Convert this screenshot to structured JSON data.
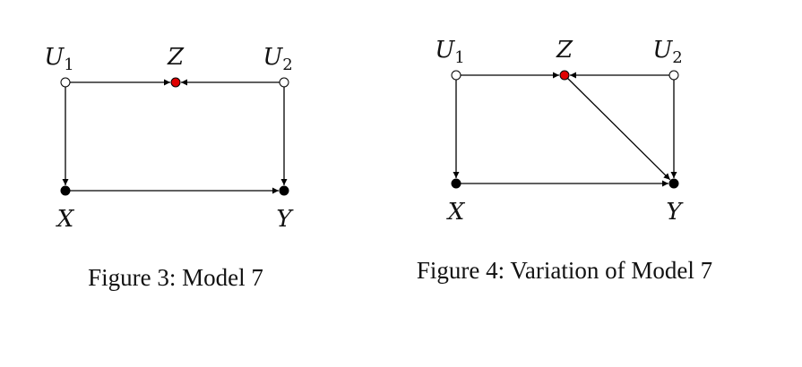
{
  "colors": {
    "observed": "#000000",
    "latent": "#ffffff",
    "selection": "#e00000",
    "edge": "#000000"
  },
  "figures": [
    {
      "caption": "Figure 3: Model 7",
      "nodes": [
        {
          "id": "U1",
          "label": "U",
          "sub": "1",
          "kind": "latent"
        },
        {
          "id": "Z",
          "label": "Z",
          "sub": "",
          "kind": "selection"
        },
        {
          "id": "U2",
          "label": "U",
          "sub": "2",
          "kind": "latent"
        },
        {
          "id": "X",
          "label": "X",
          "sub": "",
          "kind": "observed"
        },
        {
          "id": "Y",
          "label": "Y",
          "sub": "",
          "kind": "observed"
        }
      ],
      "edges": [
        [
          "U1",
          "Z"
        ],
        [
          "U2",
          "Z"
        ],
        [
          "U1",
          "X"
        ],
        [
          "U2",
          "Y"
        ],
        [
          "X",
          "Y"
        ]
      ]
    },
    {
      "caption": "Figure 4: Variation of Model 7",
      "nodes": [
        {
          "id": "U1",
          "label": "U",
          "sub": "1",
          "kind": "latent"
        },
        {
          "id": "Z",
          "label": "Z",
          "sub": "",
          "kind": "selection"
        },
        {
          "id": "U2",
          "label": "U",
          "sub": "2",
          "kind": "latent"
        },
        {
          "id": "X",
          "label": "X",
          "sub": "",
          "kind": "observed"
        },
        {
          "id": "Y",
          "label": "Y",
          "sub": "",
          "kind": "observed"
        }
      ],
      "edges": [
        [
          "U1",
          "Z"
        ],
        [
          "U2",
          "Z"
        ],
        [
          "U1",
          "X"
        ],
        [
          "U2",
          "Y"
        ],
        [
          "X",
          "Y"
        ],
        [
          "Z",
          "Y"
        ]
      ]
    }
  ]
}
